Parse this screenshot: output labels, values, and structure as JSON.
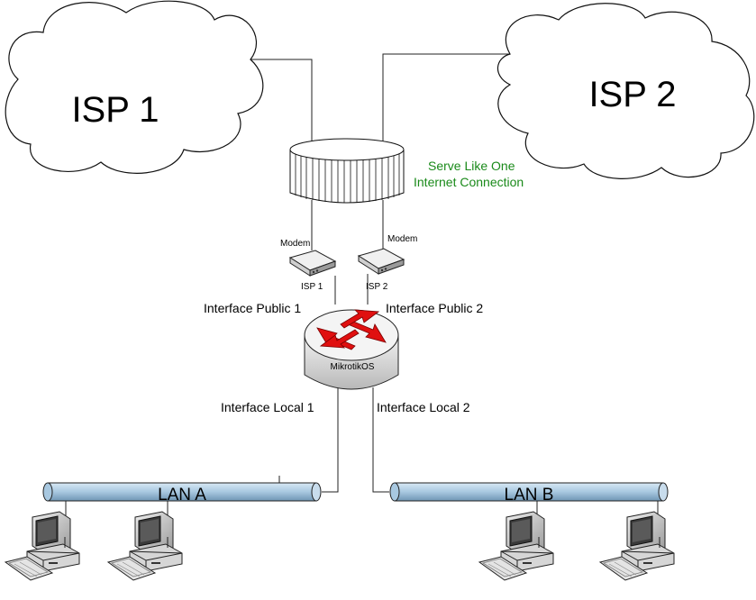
{
  "clouds": {
    "left_label": "ISP 1",
    "right_label": "ISP 2"
  },
  "bundle": {
    "caption_line1": "Serve Like One",
    "caption_line2": "Internet Connection",
    "caption_color": "#1a8a1a"
  },
  "modems": {
    "left": {
      "top_label": "Modem",
      "bottom_label": "ISP 1"
    },
    "right": {
      "top_label": "Modem",
      "bottom_label": "ISP 2"
    }
  },
  "router": {
    "label": "MikrotikOS",
    "arrow_color": "#e01010"
  },
  "interfaces": {
    "public1": "Interface Public 1",
    "public2": "Interface Public 2",
    "local1": "Interface Local 1",
    "local2": "Interface Local 2"
  },
  "lans": {
    "left_label": "LAN A",
    "right_label": "LAN B",
    "pipe_color": "#a8c8e0"
  }
}
